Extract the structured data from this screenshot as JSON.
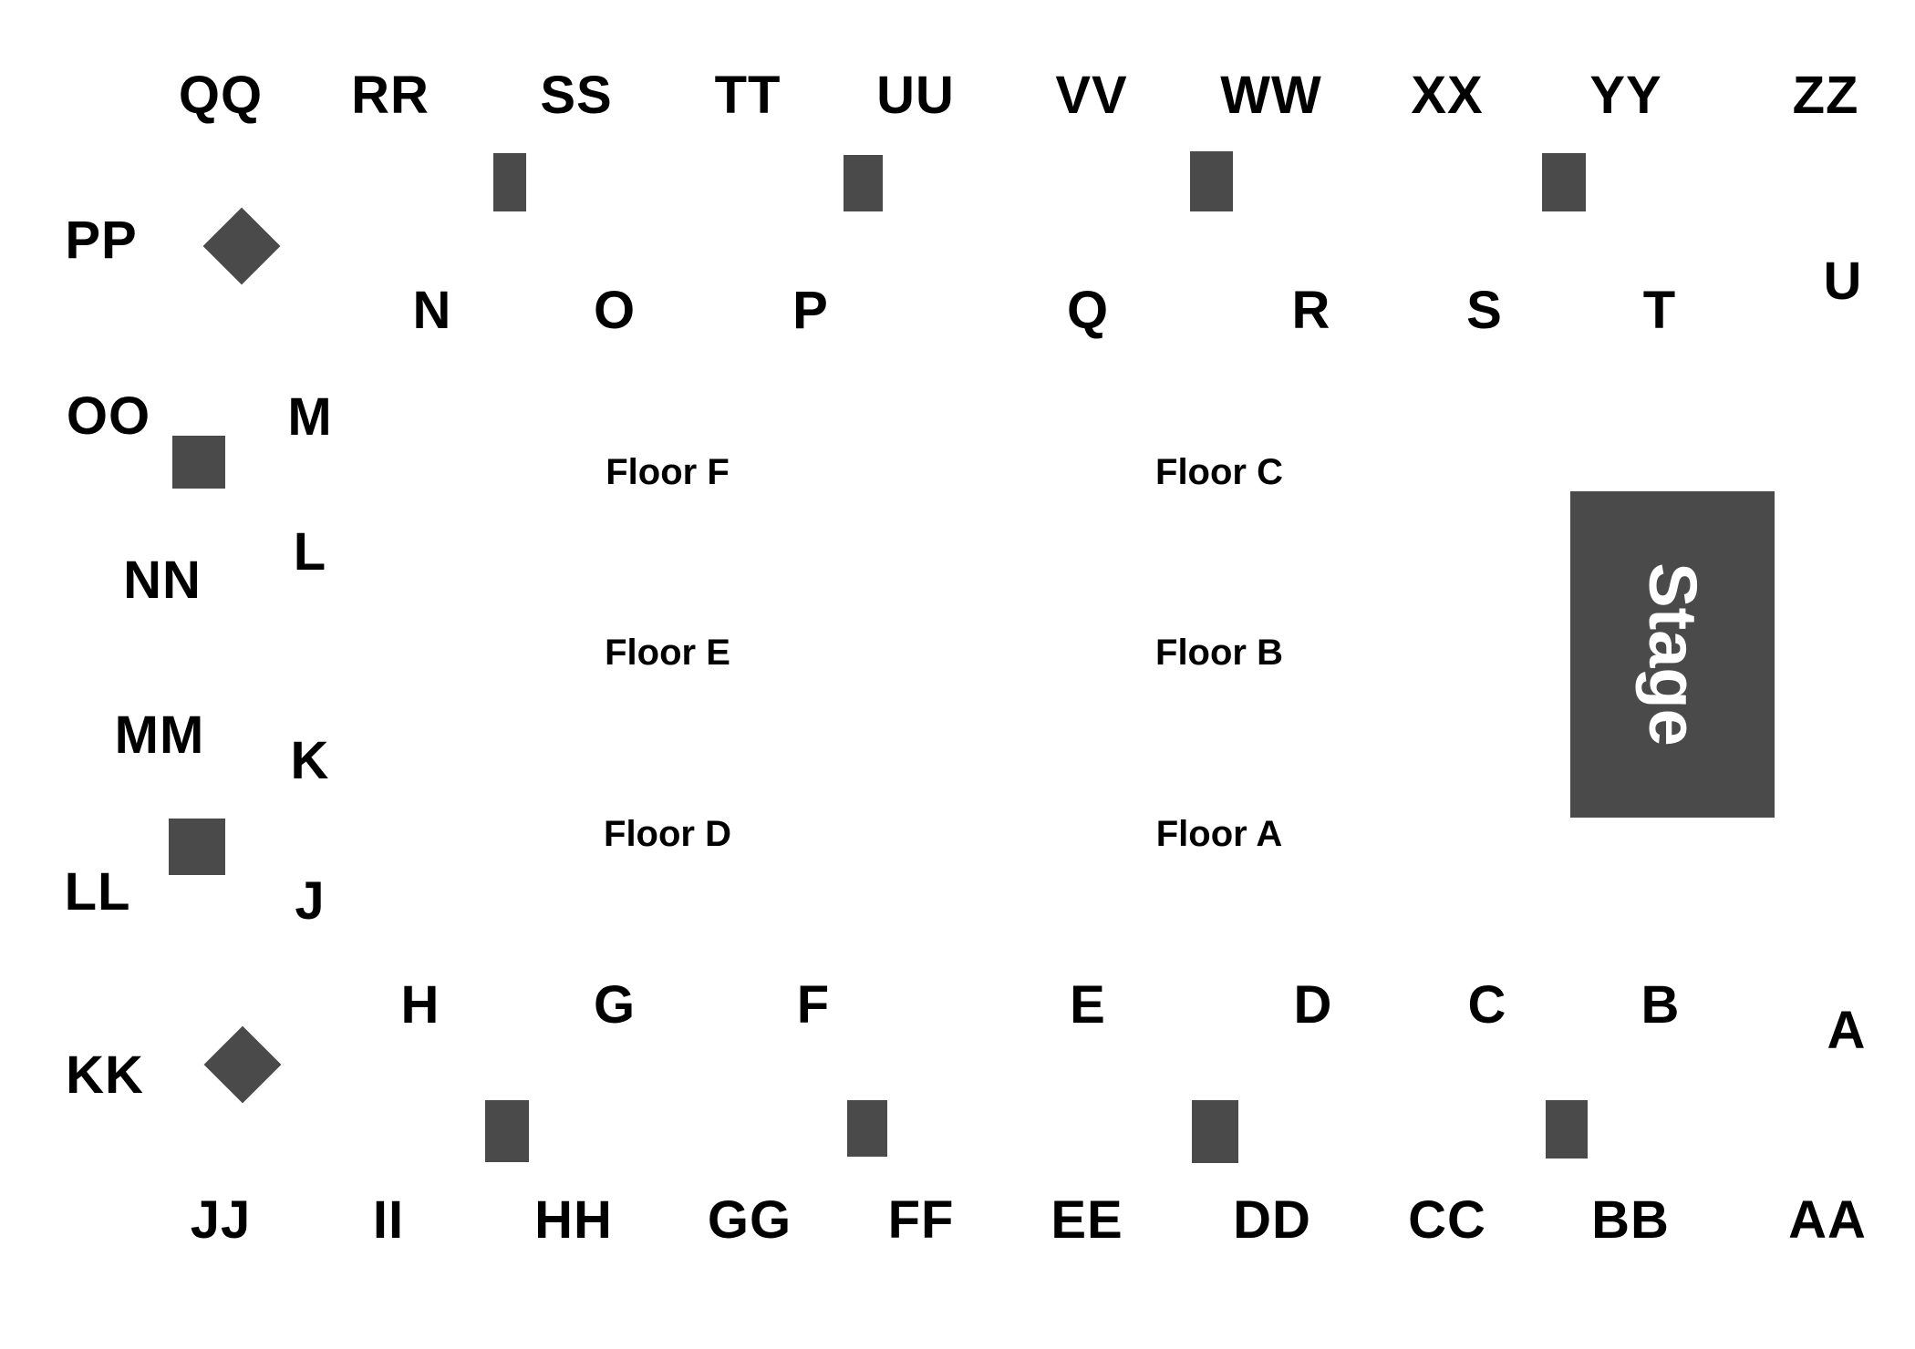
{
  "stage": {
    "label": "Stage"
  },
  "floors": {
    "f": "Floor F",
    "c": "Floor C",
    "e": "Floor E",
    "b": "Floor B",
    "d": "Floor D",
    "a": "Floor A"
  },
  "sections": {
    "top_outer": [
      "QQ",
      "RR",
      "SS",
      "TT",
      "UU",
      "VV",
      "WW",
      "XX",
      "YY",
      "ZZ"
    ],
    "top_inner": [
      "N",
      "O",
      "P",
      "Q",
      "R",
      "S",
      "T"
    ],
    "right": {
      "top": "U",
      "bottom": "A"
    },
    "left_outer": [
      "PP",
      "OO",
      "NN",
      "MM",
      "LL",
      "KK"
    ],
    "left_inner": [
      "M",
      "L",
      "K",
      "J"
    ],
    "bottom_inner": [
      "H",
      "G",
      "F",
      "E",
      "D",
      "C",
      "B"
    ],
    "bottom_outer": [
      "JJ",
      "II",
      "HH",
      "GG",
      "FF",
      "EE",
      "DD",
      "CC",
      "BB",
      "AA"
    ]
  },
  "colors": {
    "block": "#4a4a4a",
    "text": "#000000",
    "stage_text": "#ffffff",
    "background": "#ffffff"
  }
}
